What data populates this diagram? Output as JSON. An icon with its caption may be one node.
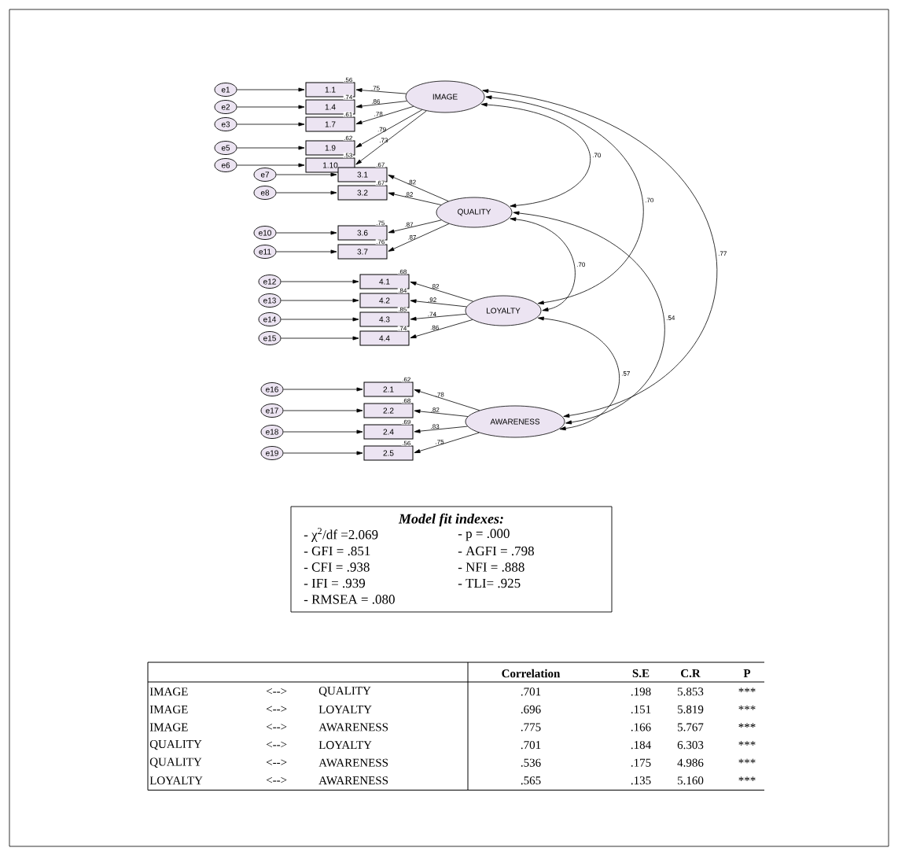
{
  "diagram": {
    "nodes": [
      {
        "text": [
          "e1"
        ]
      },
      {
        "text": [
          "e2"
        ]
      },
      {
        "text": [
          "e3"
        ]
      },
      {
        "text": [
          "e5"
        ]
      },
      {
        "text": [
          "e6"
        ]
      },
      {
        "text": [
          "1.1"
        ],
        "beside": [
          ".56"
        ]
      },
      {
        "text": [
          "1.4"
        ],
        "beside": [
          ".74"
        ]
      },
      {
        "text": [
          "1.7"
        ],
        "beside": [
          ".61"
        ]
      },
      {
        "text": [
          "1.9"
        ],
        "beside": [
          ".62"
        ]
      },
      {
        "text": [
          "1.10"
        ],
        "beside": [
          ".53"
        ]
      },
      {
        "text": [
          "IMAGE"
        ]
      },
      {
        "text": [
          "e7"
        ]
      },
      {
        "text": [
          "e8"
        ]
      },
      {
        "text": [
          "e10"
        ]
      },
      {
        "text": [
          "e11"
        ]
      },
      {
        "text": [
          "3.1"
        ],
        "beside": [
          ".67"
        ]
      },
      {
        "text": [
          "3.2"
        ],
        "beside": [
          ".67"
        ]
      },
      {
        "text": [
          "3.6"
        ],
        "beside": [
          ".75"
        ]
      },
      {
        "text": [
          "3.7"
        ],
        "beside": [
          ".76"
        ]
      },
      {
        "text": [
          "QUALITY"
        ]
      },
      {
        "text": [
          "e12"
        ]
      },
      {
        "text": [
          "e13"
        ]
      },
      {
        "text": [
          "e14"
        ]
      },
      {
        "text": [
          "e15"
        ]
      },
      {
        "text": [
          "4.1"
        ],
        "beside": [
          ".68"
        ]
      },
      {
        "text": [
          "4.2"
        ],
        "beside": [
          ".84"
        ]
      },
      {
        "text": [
          "4.3"
        ],
        "beside": [
          ".85"
        ]
      },
      {
        "text": [
          "4.4"
        ],
        "beside": [
          ".74"
        ]
      },
      {
        "text": [
          "LOYALTY"
        ]
      },
      {
        "text": [
          "e16"
        ]
      },
      {
        "text": [
          "e17"
        ]
      },
      {
        "text": [
          "e18"
        ]
      },
      {
        "text": [
          "e19"
        ]
      },
      {
        "text": [
          "2.1"
        ],
        "beside": [
          ".62"
        ]
      },
      {
        "text": [
          "2.2"
        ],
        "beside": [
          ".68"
        ]
      },
      {
        "text": [
          "2.4"
        ],
        "beside": [
          ".69"
        ]
      },
      {
        "text": [
          "2.5"
        ],
        "beside": [
          ".56"
        ]
      },
      {
        "text": [
          "AWARENESS"
        ]
      },
      {
        "text": [
          "Model fit indexes:",
          "- χ$^{2}$/df =2.069",
          "- p = .000",
          "- GFI = .851",
          "- AGFI = .798",
          "- CFI = .938",
          "- NFI = .888",
          "- IFI = .939",
          "- TLI= .925",
          "- RMSEA = .080"
        ]
      }
    ],
    "edges": [
      {
        "from": 0,
        "to": 5,
        "arrow": "to"
      },
      {
        "from": 1,
        "to": 6,
        "arrow": "to"
      },
      {
        "from": 2,
        "to": 7,
        "arrow": "to"
      },
      {
        "from": 3,
        "to": 8,
        "arrow": "to"
      },
      {
        "from": 4,
        "to": 9,
        "arrow": "to"
      },
      {
        "from": 11,
        "to": 15,
        "arrow": "to"
      },
      {
        "from": 12,
        "to": 16,
        "arrow": "to"
      },
      {
        "from": 13,
        "to": 17,
        "arrow": "to"
      },
      {
        "from": 14,
        "to": 18,
        "arrow": "to"
      },
      {
        "from": 20,
        "to": 24,
        "arrow": "to"
      },
      {
        "from": 21,
        "to": 25,
        "arrow": "to"
      },
      {
        "from": 22,
        "to": 26,
        "arrow": "to"
      },
      {
        "from": 23,
        "to": 27,
        "arrow": "to"
      },
      {
        "from": 29,
        "to": 33,
        "arrow": "to"
      },
      {
        "from": 30,
        "to": 34,
        "arrow": "to"
      },
      {
        "from": 31,
        "to": 35,
        "arrow": "to"
      },
      {
        "from": 32,
        "to": 36,
        "arrow": "to"
      },
      {
        "from": 10,
        "to": 5,
        "arrow": "to",
        "label": ".75"
      },
      {
        "from": 10,
        "to": 6,
        "arrow": "to",
        "label": ".86"
      },
      {
        "from": 10,
        "to": 7,
        "arrow": "to",
        "label": ".78"
      },
      {
        "from": 10,
        "to": 8,
        "arrow": "to",
        "label": ".79"
      },
      {
        "from": 10,
        "to": 9,
        "arrow": "to",
        "label": ".73"
      },
      {
        "from": 19,
        "to": 15,
        "arrow": "to",
        "label": ".82"
      },
      {
        "from": 19,
        "to": 16,
        "arrow": "to",
        "label": ".82"
      },
      {
        "from": 19,
        "to": 17,
        "arrow": "to",
        "label": ".87"
      },
      {
        "from": 19,
        "to": 18,
        "arrow": "to",
        "label": ".87"
      },
      {
        "from": 28,
        "to": 24,
        "arrow": "to",
        "label": ".82"
      },
      {
        "from": 28,
        "to": 25,
        "arrow": "to",
        "label": ".92"
      },
      {
        "from": 28,
        "to": 26,
        "arrow": "to",
        "label": ".74"
      },
      {
        "from": 28,
        "to": 27,
        "arrow": "to",
        "label": ".86"
      },
      {
        "from": 37,
        "to": 33,
        "arrow": "to",
        "label": ".78"
      },
      {
        "from": 37,
        "to": 34,
        "arrow": "to",
        "label": ".82"
      },
      {
        "from": 37,
        "to": 35,
        "arrow": "to",
        "label": ".83"
      },
      {
        "from": 37,
        "to": 36,
        "arrow": "to",
        "label": ".75"
      },
      {
        "from": 10,
        "to": 19,
        "arrow": "both",
        "label": ".70"
      },
      {
        "from": 10,
        "to": 28,
        "arrow": "both",
        "label": ".70"
      },
      {
        "from": 10,
        "to": 37,
        "arrow": "both",
        "label": ".77"
      },
      {
        "from": 19,
        "to": 28,
        "arrow": "both",
        "label": ".70"
      },
      {
        "from": 19,
        "to": 37,
        "arrow": "both",
        "label": ".54"
      },
      {
        "from": 28,
        "to": 37,
        "arrow": "both",
        "label": ".57"
      }
    ],
    "labels": [
      "Correlation",
      "S.E",
      "C.R",
      "P",
      "IMAGE",
      "<-->",
      "QUALITY",
      ".701",
      ".198",
      "5.853",
      "***",
      "IMAGE",
      "<-->",
      "LOYALTY",
      ".696",
      ".151",
      "5.819",
      "***",
      "IMAGE",
      "<-->",
      "AWARENESS",
      ".775",
      ".166",
      "5.767",
      "***",
      "QUALITY",
      "<-->",
      "LOYALTY",
      ".701",
      ".184",
      "6.303",
      "***",
      "QUALITY",
      "<-->",
      "AWARENESS",
      ".536",
      ".175",
      "4.986",
      "***",
      "LOYALTY",
      "<-->",
      "AWARENESS",
      ".565",
      ".135",
      "5.160",
      "***"
    ]
  }
}
